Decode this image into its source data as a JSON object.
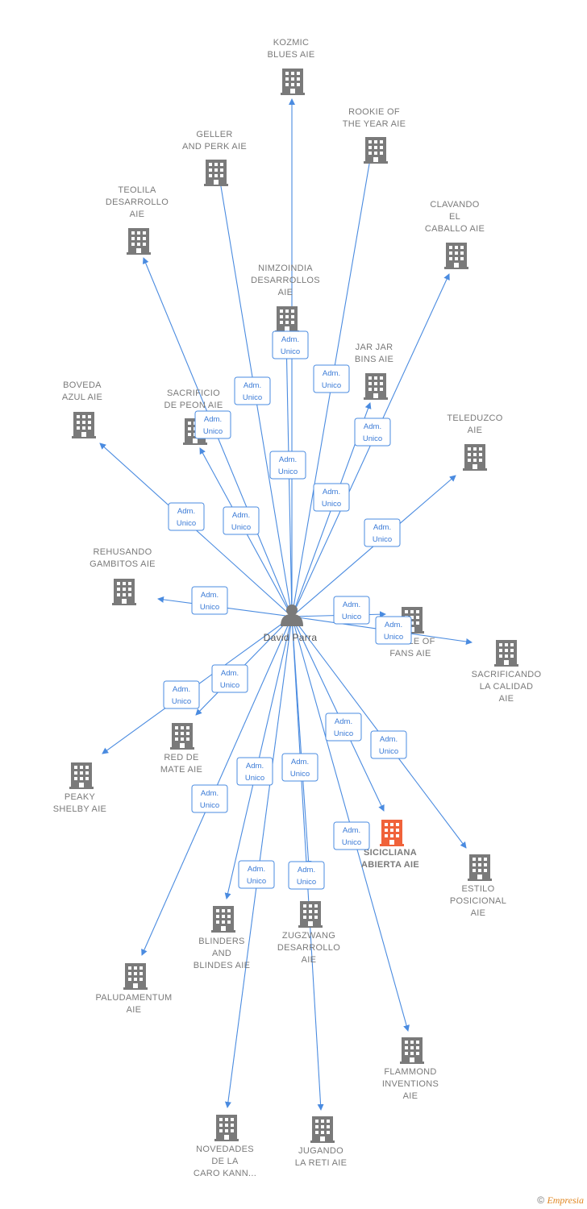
{
  "person": {
    "name": "David Parra"
  },
  "relation_label": [
    "Adm.",
    "Unico"
  ],
  "colors": {
    "edge": "#4a8be0",
    "building": "#7a7a7a",
    "highlight": "#f0623a"
  },
  "nodes": [
    {
      "id": "kozmic",
      "label": [
        "KOZMIC",
        "BLUES  AIE"
      ]
    },
    {
      "id": "rookie",
      "label": [
        "ROOKIE OF",
        "THE YEAR  AIE"
      ]
    },
    {
      "id": "geller",
      "label": [
        "GELLER",
        "AND PERK  AIE"
      ]
    },
    {
      "id": "teolila",
      "label": [
        "TEOLILA",
        "DESARROLLO",
        "AIE"
      ]
    },
    {
      "id": "clavando",
      "label": [
        "CLAVANDO",
        "EL",
        "CABALLO  AIE"
      ]
    },
    {
      "id": "nimzoindia",
      "label": [
        "NIMZOINDIA",
        "DESARROLLOS",
        "AIE"
      ]
    },
    {
      "id": "jarjar",
      "label": [
        "JAR JAR",
        "BINS  AIE"
      ]
    },
    {
      "id": "boveda",
      "label": [
        "BOVEDA",
        "AZUL  AIE"
      ]
    },
    {
      "id": "sacrificio",
      "label": [
        "SACRIFICIO",
        "DE PEON  AIE"
      ]
    },
    {
      "id": "teleduzco",
      "label": [
        "TELEDUZCO",
        "AIE"
      ]
    },
    {
      "id": "rehusando",
      "label": [
        "REHUSANDO",
        "GAMBITOS  AIE"
      ]
    },
    {
      "id": "circle",
      "label": [
        "CIRCLE OF",
        "FANS  AIE"
      ]
    },
    {
      "id": "sacrificando",
      "label": [
        "SACRIFICANDO",
        "LA CALIDAD",
        "AIE"
      ]
    },
    {
      "id": "redmate",
      "label": [
        "RED DE",
        "MATE  AIE"
      ]
    },
    {
      "id": "peaky",
      "label": [
        "PEAKY",
        "SHELBY  AIE"
      ]
    },
    {
      "id": "sicicliana",
      "label": [
        "SICICLIANA",
        "ABIERTA  AIE"
      ],
      "highlight": true
    },
    {
      "id": "estilo",
      "label": [
        "ESTILO",
        "POSICIONAL",
        "AIE"
      ]
    },
    {
      "id": "blinders",
      "label": [
        "BLINDERS",
        "AND",
        "BLINDES  AIE"
      ]
    },
    {
      "id": "zugzwang",
      "label": [
        "ZUGZWANG",
        "DESARROLLO",
        "AIE"
      ]
    },
    {
      "id": "paludamentum",
      "label": [
        "PALUDAMENTUM",
        "AIE"
      ]
    },
    {
      "id": "flammond",
      "label": [
        "FLAMMOND",
        "INVENTIONS",
        "AIE"
      ]
    },
    {
      "id": "novedades",
      "label": [
        "NOVEDADES",
        "DE LA",
        "CARO KANN..."
      ]
    },
    {
      "id": "jugando",
      "label": [
        "JUGANDO",
        "LA RETI  AIE"
      ]
    }
  ],
  "footer": {
    "copyright": "©",
    "brand": "Empresia"
  }
}
